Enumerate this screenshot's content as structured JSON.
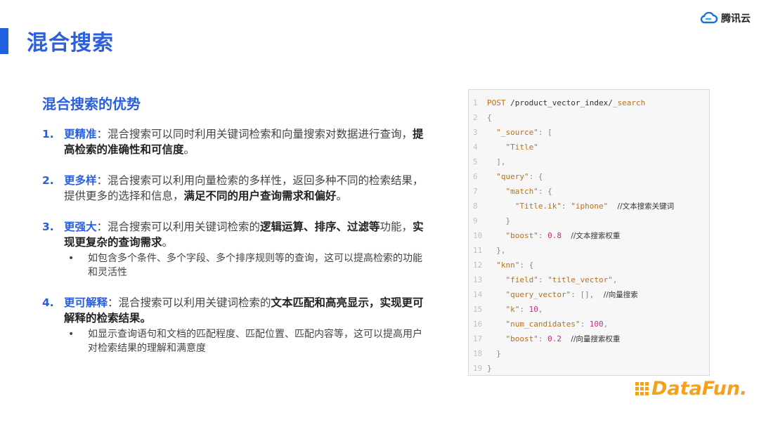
{
  "header": {
    "title": "混合搜索",
    "brand": "腾讯云"
  },
  "section": {
    "title": "混合搜索的优势"
  },
  "points": [
    {
      "num": "1.",
      "parts": [
        {
          "t": "更精准",
          "s": "head"
        },
        {
          "t": "：混合搜索可以同时利用关键词检索和向量搜索对数据进行查询，",
          "s": "n"
        },
        {
          "t": "提高检索的准确性和可信度",
          "s": "bold"
        },
        {
          "t": "。",
          "s": "n"
        }
      ],
      "subs": []
    },
    {
      "num": "2.",
      "parts": [
        {
          "t": "更多样",
          "s": "head"
        },
        {
          "t": "：混合搜索可以利用向量检索的多样性，返回多种不同的检索结果，提供更多的选择和信息，",
          "s": "n"
        },
        {
          "t": "满足不同的用户查询需求和偏好",
          "s": "bold"
        },
        {
          "t": "。",
          "s": "n"
        }
      ],
      "subs": []
    },
    {
      "num": "3.",
      "parts": [
        {
          "t": "更强大",
          "s": "head"
        },
        {
          "t": "：混合搜索可以利用关键词检索的",
          "s": "n"
        },
        {
          "t": "逻辑运算、排序、过滤等",
          "s": "bold"
        },
        {
          "t": "功能，",
          "s": "n"
        },
        {
          "t": "实现更复杂的查询需求",
          "s": "bold"
        },
        {
          "t": "。",
          "s": "n"
        }
      ],
      "subs": [
        "如包含多个条件、多个字段、多个排序规则等的查询，这可以提高检索的功能和灵活性"
      ]
    },
    {
      "num": "4.",
      "parts": [
        {
          "t": "更可解释",
          "s": "head"
        },
        {
          "t": "：混合搜索可以利用关键词检索的",
          "s": "n"
        },
        {
          "t": "文本匹配和高亮显示，实现更可解释的检索结果。",
          "s": "bold"
        }
      ],
      "subs": [
        "如显示查询语句和文档的匹配程度、匹配位置、匹配内容等，这可以提高用户对检索结果的理解和满意度"
      ]
    }
  ],
  "code": {
    "lines": [
      {
        "n": "1",
        "tokens": [
          {
            "t": "POST ",
            "c": "kw"
          },
          {
            "t": "/product_vector_index/",
            "c": "path"
          },
          {
            "t": "_search",
            "c": "kw"
          }
        ]
      },
      {
        "n": "2",
        "tokens": [
          {
            "t": "{",
            "c": "p"
          }
        ]
      },
      {
        "n": "3",
        "tokens": [
          {
            "t": "  \"_source\"",
            "c": "k"
          },
          {
            "t": ": [",
            "c": "p"
          }
        ]
      },
      {
        "n": "4",
        "tokens": [
          {
            "t": "    \"Title\"",
            "c": "s"
          }
        ]
      },
      {
        "n": "5",
        "tokens": [
          {
            "t": "  ],",
            "c": "p"
          }
        ]
      },
      {
        "n": "6",
        "tokens": [
          {
            "t": "  \"query\"",
            "c": "k"
          },
          {
            "t": ": {",
            "c": "p"
          }
        ]
      },
      {
        "n": "7",
        "tokens": [
          {
            "t": "    \"match\"",
            "c": "k"
          },
          {
            "t": ": {",
            "c": "p"
          }
        ]
      },
      {
        "n": "8",
        "tokens": [
          {
            "t": "      \"Title.ik\"",
            "c": "k"
          },
          {
            "t": ": ",
            "c": "p"
          },
          {
            "t": "\"iphone\"",
            "c": "s"
          },
          {
            "t": "    //文本搜索关键词",
            "c": "cm"
          }
        ]
      },
      {
        "n": "9",
        "tokens": [
          {
            "t": "    }",
            "c": "p"
          }
        ]
      },
      {
        "n": "10",
        "tokens": [
          {
            "t": "    \"boost\"",
            "c": "k"
          },
          {
            "t": ": ",
            "c": "p"
          },
          {
            "t": "0.8",
            "c": "n"
          },
          {
            "t": "    //文本搜索权重",
            "c": "cm"
          }
        ]
      },
      {
        "n": "11",
        "tokens": [
          {
            "t": "  },",
            "c": "p"
          }
        ]
      },
      {
        "n": "12",
        "tokens": [
          {
            "t": "  \"knn\"",
            "c": "k"
          },
          {
            "t": ": {",
            "c": "p"
          }
        ]
      },
      {
        "n": "13",
        "tokens": [
          {
            "t": "    \"field\"",
            "c": "k"
          },
          {
            "t": ": ",
            "c": "p"
          },
          {
            "t": "\"title_vector\"",
            "c": "s"
          },
          {
            "t": ",",
            "c": "p"
          }
        ]
      },
      {
        "n": "14",
        "tokens": [
          {
            "t": "    \"query_vector\"",
            "c": "k"
          },
          {
            "t": ": [],",
            "c": "p"
          },
          {
            "t": "    //向量搜索",
            "c": "cm"
          }
        ]
      },
      {
        "n": "15",
        "tokens": [
          {
            "t": "    \"k\"",
            "c": "k"
          },
          {
            "t": ": ",
            "c": "p"
          },
          {
            "t": "10",
            "c": "n"
          },
          {
            "t": ",",
            "c": "p"
          }
        ]
      },
      {
        "n": "16",
        "tokens": [
          {
            "t": "    \"num_candidates\"",
            "c": "k"
          },
          {
            "t": ": ",
            "c": "p"
          },
          {
            "t": "100",
            "c": "n"
          },
          {
            "t": ",",
            "c": "p"
          }
        ]
      },
      {
        "n": "17",
        "tokens": [
          {
            "t": "    \"boost\"",
            "c": "k"
          },
          {
            "t": ": ",
            "c": "p"
          },
          {
            "t": "0.2",
            "c": "n"
          },
          {
            "t": "    //向量搜索权重",
            "c": "cm"
          }
        ]
      },
      {
        "n": "18",
        "tokens": [
          {
            "t": "  }",
            "c": "p"
          }
        ]
      },
      {
        "n": "19",
        "tokens": [
          {
            "t": "}",
            "c": "p"
          }
        ]
      }
    ]
  },
  "footer": {
    "logo_text": "DataFun."
  },
  "colors": {
    "accent": "#2a5fe0",
    "code_key": "#b5711f",
    "code_number": "#b8357d",
    "logo": "#f4a21c"
  }
}
